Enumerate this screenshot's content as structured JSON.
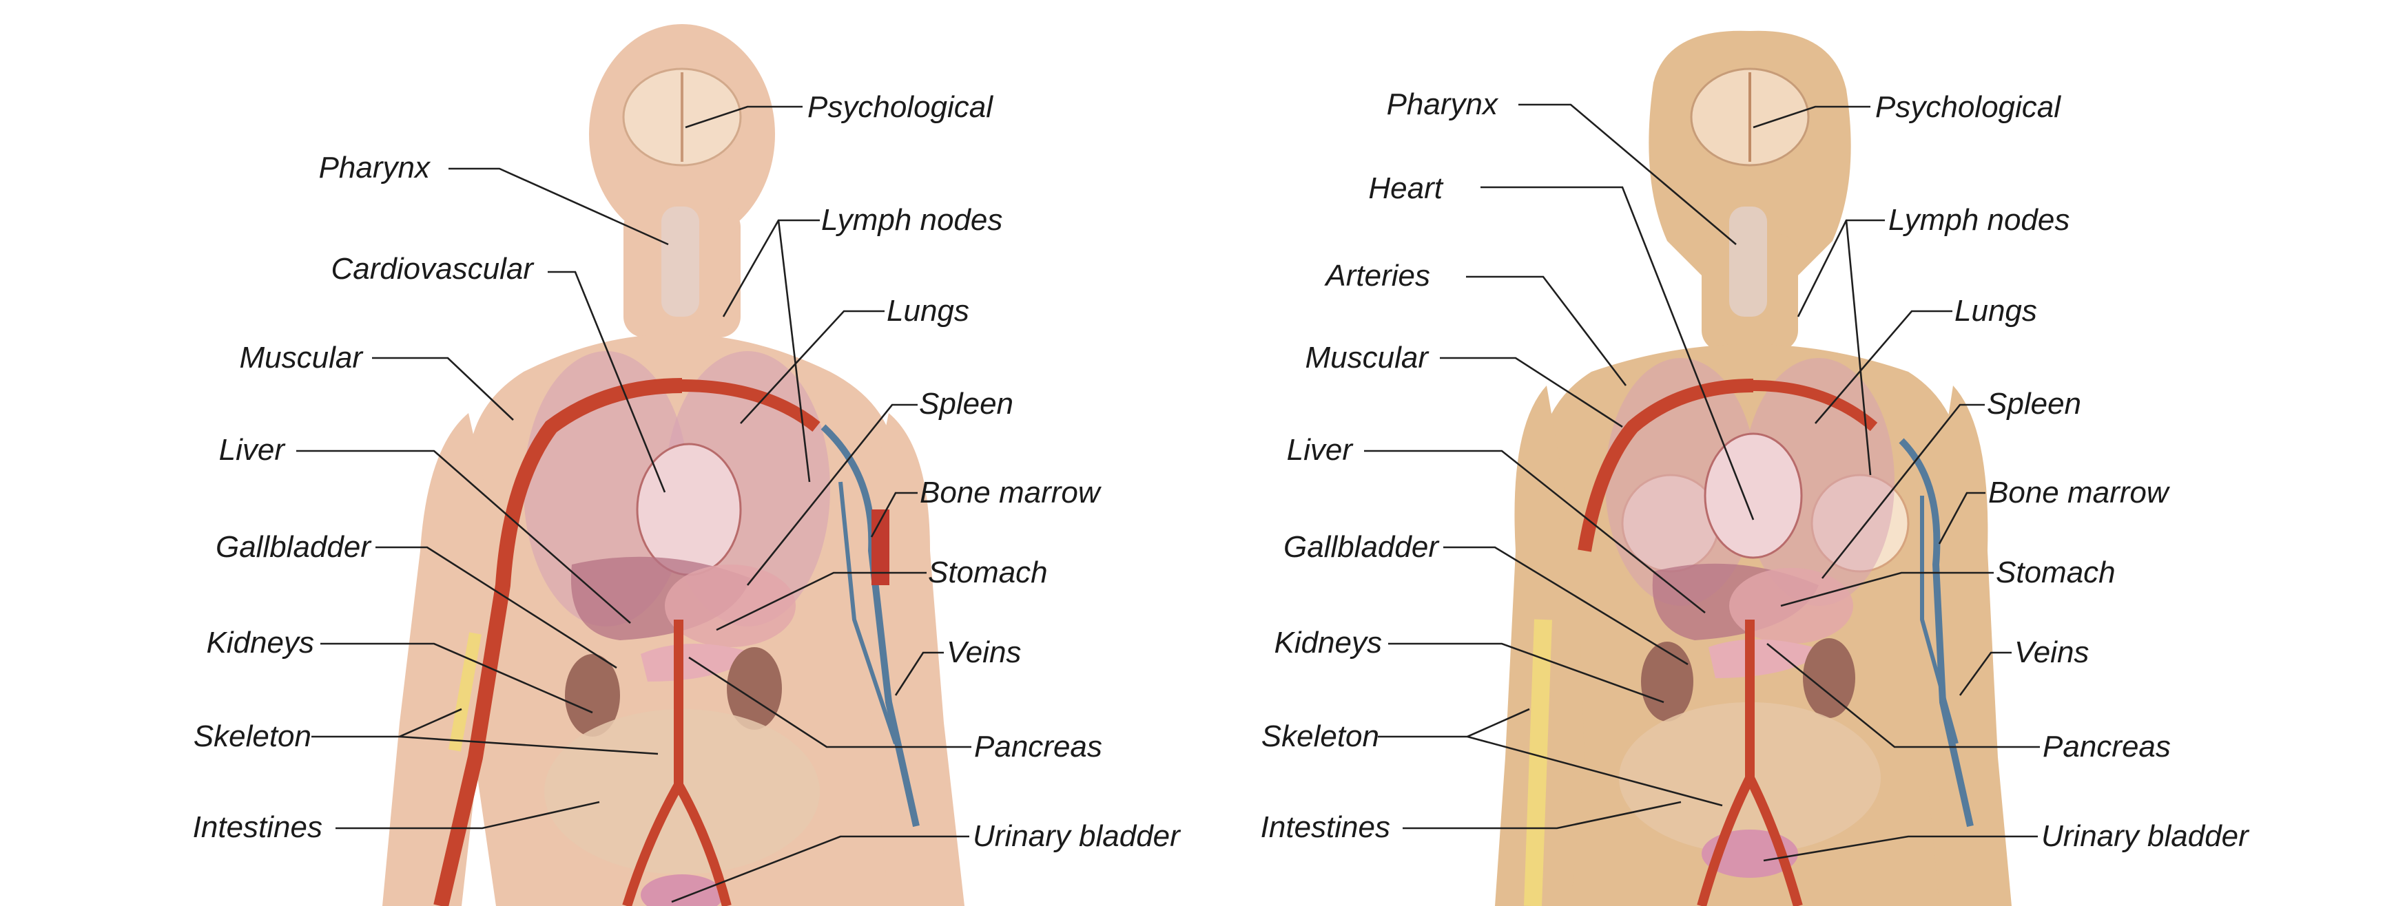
{
  "figures": [
    {
      "id": "male",
      "labels": {
        "psychological": "Psychological",
        "pharynx": "Pharynx",
        "lymph_nodes": "Lymph nodes",
        "cardiovascular": "Cardiovascular",
        "lungs": "Lungs",
        "muscular": "Muscular",
        "spleen": "Spleen",
        "liver": "Liver",
        "bone_marrow": "Bone marrow",
        "gallbladder": "Gallbladder",
        "stomach": "Stomach",
        "kidneys": "Kidneys",
        "veins": "Veins",
        "skeleton": "Skeleton",
        "pancreas": "Pancreas",
        "intestines": "Intestines",
        "urinary_bladder": "Urinary bladder"
      }
    },
    {
      "id": "female",
      "labels": {
        "pharynx": "Pharynx",
        "psychological": "Psychological",
        "heart": "Heart",
        "lymph_nodes": "Lymph nodes",
        "arteries": "Arteries",
        "lungs": "Lungs",
        "muscular": "Muscular",
        "spleen": "Spleen",
        "liver": "Liver",
        "bone_marrow": "Bone marrow",
        "gallbladder": "Gallbladder",
        "stomach": "Stomach",
        "kidneys": "Kidneys",
        "veins": "Veins",
        "skeleton": "Skeleton",
        "pancreas": "Pancreas",
        "intestines": "Intestines",
        "urinary_bladder": "Urinary bladder"
      }
    }
  ],
  "colors": {
    "skin_male": "#ecc5ab",
    "skin_female": "#e3bd91",
    "artery": "#c6442d",
    "vein": "#557b9c",
    "organ": "#d79aa6",
    "kidney": "#9d6a5c",
    "bone": "#f0d77e"
  }
}
